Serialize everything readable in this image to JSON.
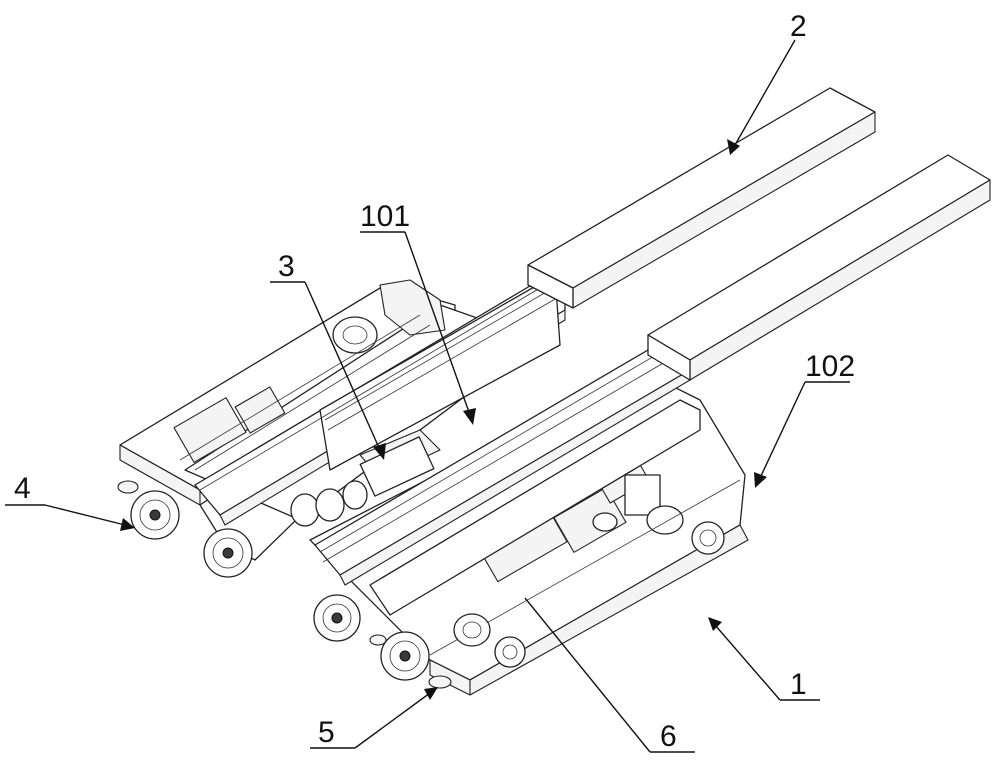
{
  "figure": {
    "callouts": [
      {
        "id": "c1",
        "label": "1"
      },
      {
        "id": "c2",
        "label": "2"
      },
      {
        "id": "c3",
        "label": "3"
      },
      {
        "id": "c4",
        "label": "4"
      },
      {
        "id": "c5",
        "label": "5"
      },
      {
        "id": "c6",
        "label": "6"
      },
      {
        "id": "c101",
        "label": "101"
      },
      {
        "id": "c102",
        "label": "102"
      }
    ]
  }
}
